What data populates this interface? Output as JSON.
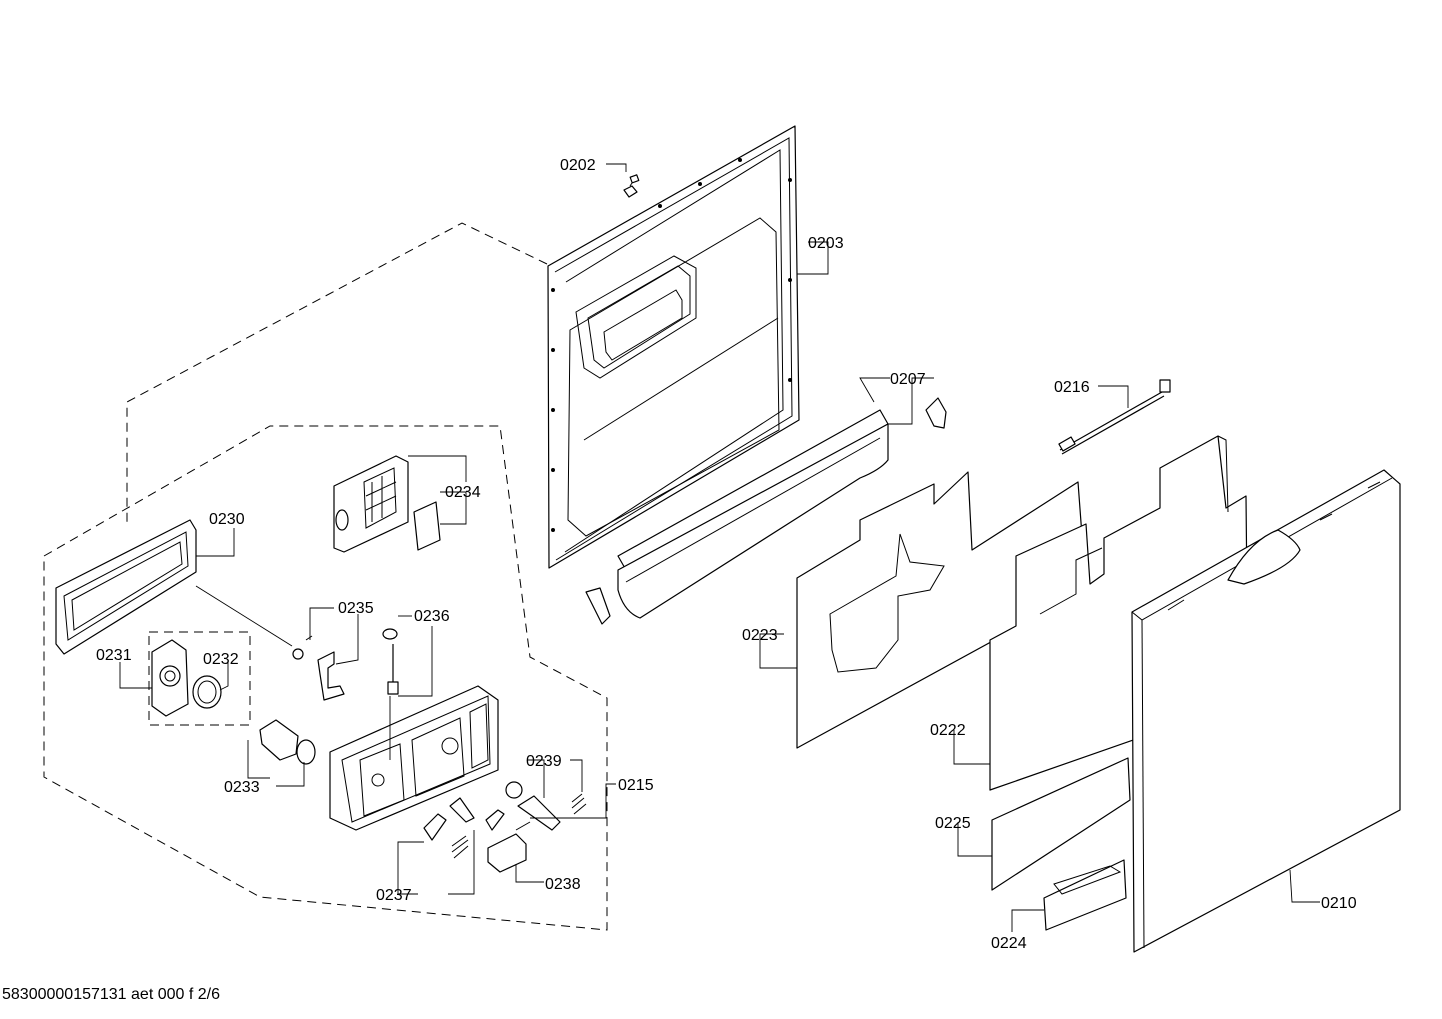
{
  "labels": {
    "p0202": "0202",
    "p0203": "0203",
    "p0207": "0207",
    "p0216": "0216",
    "p0230": "0230",
    "p0234": "0234",
    "p0235": "0235",
    "p0236": "0236",
    "p0231": "0231",
    "p0232": "0232",
    "p0233": "0233",
    "p0239": "0239",
    "p0215": "0215",
    "p0237": "0237",
    "p0238": "0238",
    "p0223": "0223",
    "p0222": "0222",
    "p0225": "0225",
    "p0224": "0224",
    "p0210": "0210"
  },
  "footer": {
    "code": "58300000157131 aet 000 f 2/6"
  }
}
